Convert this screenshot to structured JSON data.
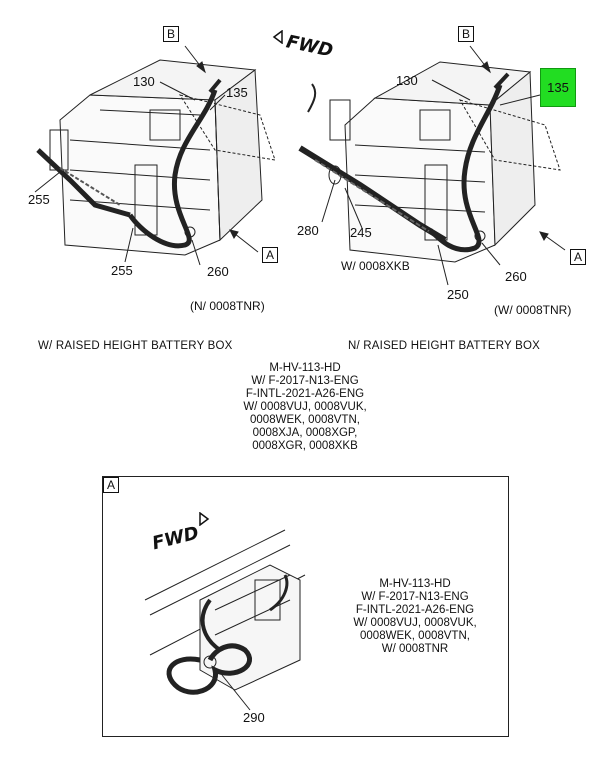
{
  "top_left": {
    "view_label": "B",
    "callouts": [
      "130",
      "135",
      "255",
      "255",
      "260"
    ],
    "note_260": "(N/ 0008TNR)",
    "detail_ref": "A",
    "caption": "W/ RAISED HEIGHT BATTERY BOX"
  },
  "top_right": {
    "view_label": "B",
    "callouts": [
      "130",
      "135",
      "280",
      "245",
      "250",
      "260"
    ],
    "note_245": "W/ 0008XKB",
    "note_260": "(W/ 0008TNR)",
    "detail_ref": "A",
    "caption": "N/ RAISED HEIGHT BATTERY BOX",
    "highlight_color": "#22dd22"
  },
  "fwd_label": "FWD",
  "center_notes": "M-HV-113-HD\nW/ F-2017-N13-ENG\nF-INTL-2021-A26-ENG\nW/ 0008VUJ, 0008VUK,\n0008WEK, 0008VTN,\n0008XJA, 0008XGP,\n0008XGR, 0008XKB",
  "detail": {
    "label": "A",
    "fwd_label": "FWD",
    "callout": "290",
    "notes": "M-HV-113-HD\nW/ F-2017-N13-ENG\nF-INTL-2021-A26-ENG\nW/ 0008VUJ, 0008VUK,\n0008WEK, 0008VTN,\nW/ 0008TNR"
  }
}
